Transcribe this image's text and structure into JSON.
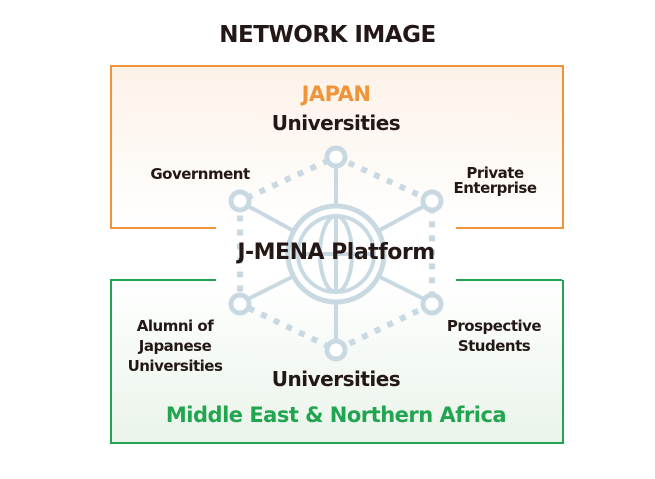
{
  "title": "NETWORK IMAGE",
  "japan": {
    "region": "JAPAN",
    "universities": "Universities",
    "government": "Government",
    "private_line1": "Private",
    "private_line2": "Enterprise",
    "color": "#f0943a"
  },
  "platform": "J-MENA Platform",
  "mena": {
    "region": "Middle East & Northern Africa",
    "universities": "Universities",
    "alumni_line1": "Alumni of",
    "alumni_line2": "Japanese",
    "alumni_line3": "Universities",
    "prospective_line1": "Prospective",
    "prospective_line2": "Students",
    "color": "#22a550"
  },
  "network_color": "#c9d9e2"
}
